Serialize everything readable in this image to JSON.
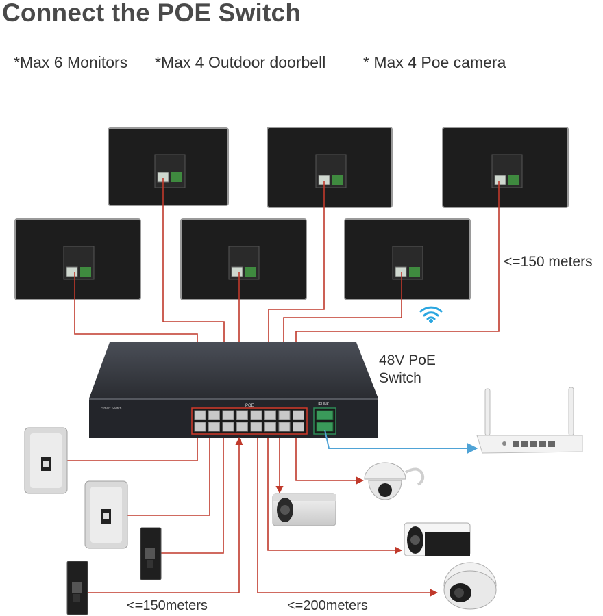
{
  "title": "Connect the POE Switch",
  "limits": [
    "*Max 6 Monitors",
    "*Max 4 Outdoor doorbell",
    "* Max 4 Poe camera"
  ],
  "labels": {
    "monitor_distance": "<=150 meters",
    "switch_name": [
      "48V PoE",
      "Switch"
    ],
    "doorbell_distance": "<=150meters",
    "camera_distance": "<=200meters",
    "switch_poe_label": "POE",
    "switch_uplink_label": "UPLINK",
    "switch_brand": "Smart Switch"
  },
  "colors": {
    "cable": "#c0392b",
    "uplink_cable": "#4fa3d6",
    "wifi": "#2aa6e0",
    "monitor_body": "#1d1d1d",
    "switch_body": "#2b2d31"
  },
  "devices": {
    "monitors": 6,
    "doorbells": 4,
    "cameras": 4
  }
}
